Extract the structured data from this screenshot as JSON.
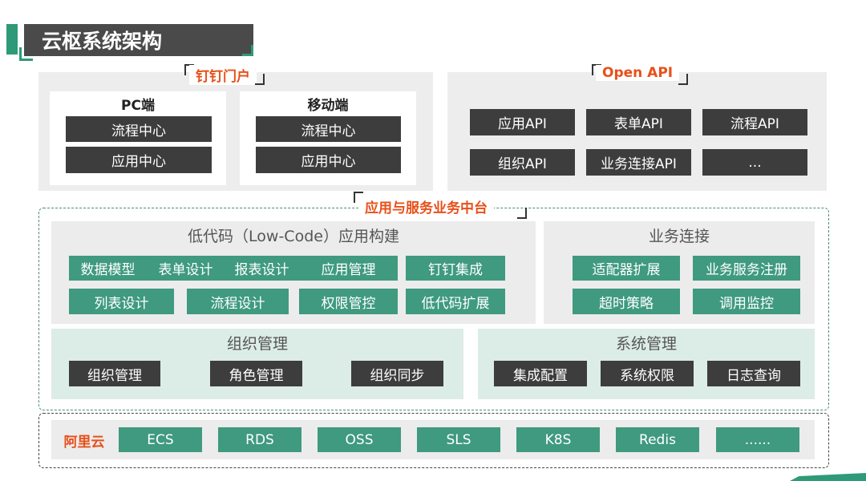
{
  "title": "云枢系统架构",
  "dingtalk": {
    "label": "钉钉门户",
    "pc": {
      "title": "PC端",
      "items": [
        "流程中心",
        "应用中心"
      ]
    },
    "mobile": {
      "title": "移动端",
      "items": [
        "流程中心",
        "应用中心"
      ]
    }
  },
  "openapi": {
    "label": "Open API",
    "items": [
      "应用API",
      "表单API",
      "流程API",
      "组织API",
      "业务连接API",
      "..."
    ]
  },
  "middle": {
    "label": "应用与服务业务中台",
    "lowcode": {
      "title": "低代码（Low-Code）应用构建",
      "row1": [
        "数据模型",
        "表单设计",
        "报表设计",
        "应用管理",
        "钉钉集成"
      ],
      "row2": [
        "列表设计",
        "流程设计",
        "权限管控",
        "低代码扩展"
      ]
    },
    "biz": {
      "title": "业务连接",
      "items": [
        "适配器扩展",
        "业务服务注册",
        "超时策略",
        "调用监控"
      ]
    },
    "org": {
      "title": "组织管理",
      "items": [
        "组织管理",
        "角色管理",
        "组织同步"
      ]
    },
    "sys": {
      "title": "系统管理",
      "items": [
        "集成配置",
        "系统权限",
        "日志查询"
      ]
    }
  },
  "aliyun": {
    "label": "阿里云",
    "items": [
      "ECS",
      "RDS",
      "OSS",
      "SLS",
      "K8S",
      "Redis",
      "......"
    ]
  },
  "colors": {
    "accent_green": "#3f9a7f",
    "dark_button": "#3d3d3d",
    "section_label": "#e8501a"
  }
}
